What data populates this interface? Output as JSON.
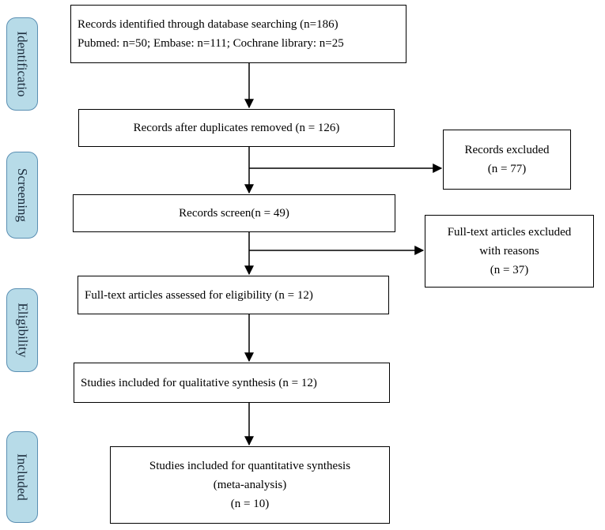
{
  "stages": [
    {
      "label": "Identificatio"
    },
    {
      "label": "Screening"
    },
    {
      "label": "Eligibility"
    },
    {
      "label": "Included"
    }
  ],
  "boxes": {
    "identified": {
      "line1": "Records identified through database searching  (n=186)",
      "line2": "Pubmed: n=50; Embase: n=111;  Cochrane library: n=25"
    },
    "duplicates_removed": {
      "line1": "Records after duplicates removed (n = 126)"
    },
    "records_excluded": {
      "line1": "Records excluded",
      "line2": "(n = 77)"
    },
    "records_screen": {
      "line1": "Records screen(n = 49)"
    },
    "fulltext_excluded": {
      "line1": "Full-text articles excluded",
      "line2": "with reasons",
      "line3": "(n = 37)"
    },
    "fulltext_assessed": {
      "line1": "Full-text articles assessed  for eligibility (n = 12)"
    },
    "qualitative": {
      "line1": "Studies included for qualitative synthesis  (n = 12)"
    },
    "quantitative": {
      "line1": "Studies included for quantitative synthesis",
      "line2": "(meta-analysis)",
      "line3": "(n = 10)"
    }
  }
}
